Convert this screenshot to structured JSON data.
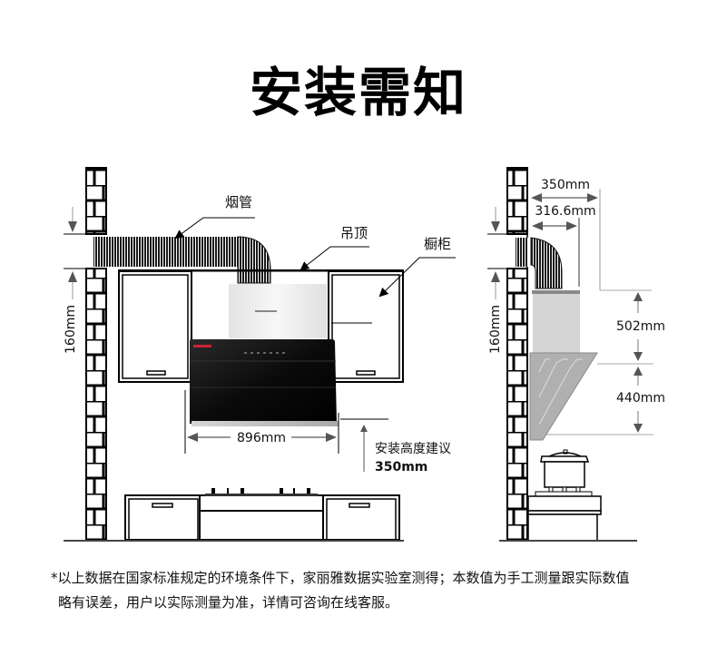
{
  "title": "安装需知",
  "front_view": {
    "labels": {
      "duct": "烟管",
      "ceiling": "吊顶",
      "cabinet": "橱柜"
    },
    "dimensions": {
      "width": "896mm",
      "wall_gap": "160mm",
      "install_height_label": "安装高度建议",
      "install_height_value": "350mm"
    }
  },
  "side_view": {
    "dimensions": {
      "depth_total": "350mm",
      "depth_body": "316.6mm",
      "upper_height": "502mm",
      "lower_height": "440mm",
      "wall_gap": "160mm"
    }
  },
  "footnote": {
    "line1": "*以上数据在国家标准规定的环境条件下，家丽雅数据实验室测得；本数值为手工测量跟实际数值",
    "line2": "略有误差，用户以实际测量为准，详情可咨询在线客服。"
  },
  "colors": {
    "hood_black": "#0b0b0b",
    "steel": "#b8b8b8",
    "arrow": "#555555"
  }
}
